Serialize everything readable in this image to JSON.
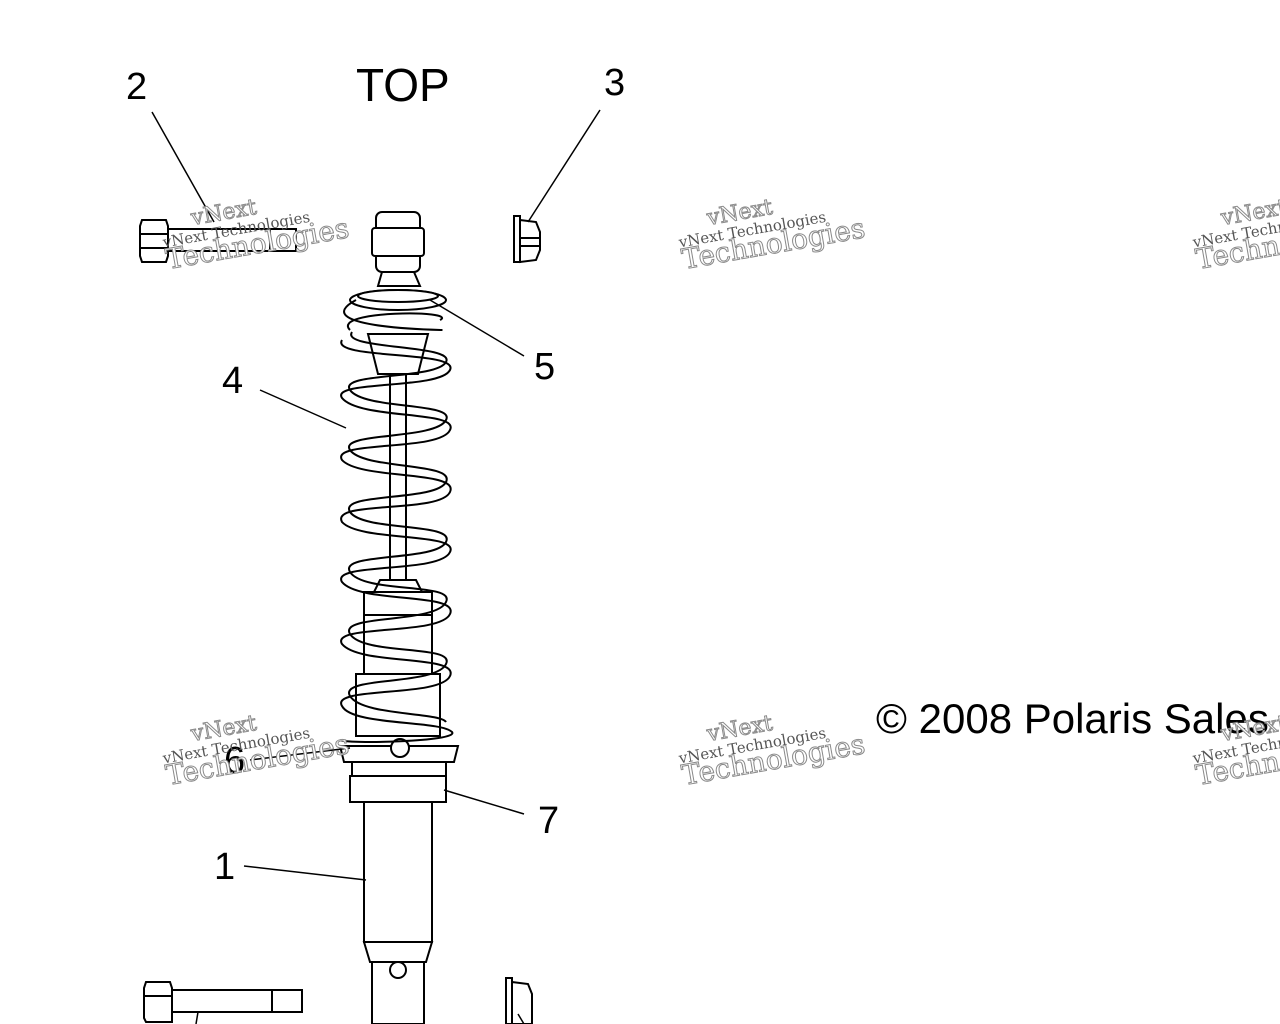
{
  "diagram": {
    "orientation_label": "TOP",
    "copyright": "© 2008 Polaris Sales",
    "callouts": [
      {
        "id": "callout-1",
        "text": "1"
      },
      {
        "id": "callout-2",
        "text": "2"
      },
      {
        "id": "callout-3",
        "text": "3"
      },
      {
        "id": "callout-4",
        "text": "4"
      },
      {
        "id": "callout-5",
        "text": "5"
      },
      {
        "id": "callout-6",
        "text": "6"
      },
      {
        "id": "callout-7",
        "text": "7"
      }
    ],
    "watermark": {
      "line1": "vNext",
      "line2": "vNext Technologies",
      "line3": "Technologies"
    }
  }
}
